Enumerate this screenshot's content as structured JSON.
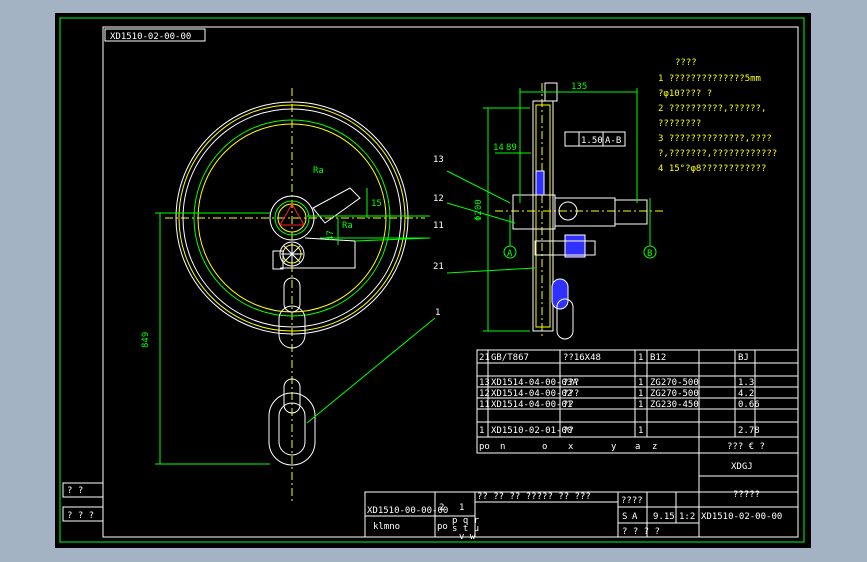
{
  "drawing_number_top": "XD1510-02-00-00",
  "notes_title": "????",
  "notes": [
    "1 ??????????????5mm",
    "?φ10???? ?",
    "2 ??????????,??????,",
    "????????",
    "3 ??????????????,????",
    "?,???????,????????????",
    "4 15°?φ8????????????"
  ],
  "dims": {
    "d135": "135",
    "d14": "14",
    "d89": "89",
    "phi": "Φ200",
    "d15": "15",
    "d47": "47",
    "d849": "849",
    "ra": "Ra",
    "ra2": "Ra"
  },
  "tolerance": {
    "val": "1.50",
    "ref": "A-B"
  },
  "datum_a": "A",
  "datum_b": "B",
  "callouts": [
    "13",
    "12",
    "11",
    "21",
    "1"
  ],
  "bom_rows": [
    {
      "no": "21",
      "code": "GB/T867",
      "name": "??16X48",
      "qty": "1",
      "mat": "B12",
      "wt": "",
      "note": "BJ"
    },
    {
      "no": "13",
      "code": "XD1514-04-00-03A",
      "name": "???",
      "qty": "1",
      "mat": "ZG270-500",
      "wt": "1.3",
      "note": ""
    },
    {
      "no": "12",
      "code": "XD1514-04-00-02",
      "name": "???",
      "qty": "1",
      "mat": "ZG270-500",
      "wt": "4.2",
      "note": ""
    },
    {
      "no": "11",
      "code": "XD1514-04-00-01",
      "name": "??",
      "qty": "1",
      "mat": "ZG230-450",
      "wt": "0.66",
      "note": ""
    },
    {
      "no": "1",
      "code": "XD1510-02-01-00",
      "name": "??",
      "qty": "1",
      "mat": "",
      "wt": "2.78",
      "note": ""
    }
  ],
  "bom_header": [
    "po",
    "n",
    "o",
    "x",
    "y",
    "a",
    "z"
  ],
  "bom_header_right": "??? € ?",
  "title_block": {
    "company": "XDGJ",
    "name": "?????",
    "drawing_no": "XD1510-02-00-00",
    "code_left": "XD1510-00-00-00",
    "bottom_text": "klmno",
    "po": "po",
    "stage": "????",
    "scale_mark": "S",
    "stage_mark": "A",
    "weight": "9.15",
    "scale": "1:2",
    "sheet": "?  ?  ?  ?",
    "row1": "?? ?? ?? ?????  ??  ???",
    "pqr": "p q r",
    "stu": "s t u",
    "vw": "v w",
    "num2": "2",
    "num1": "1"
  },
  "side_boxes": [
    "?  ?",
    "?  ?  ?"
  ]
}
